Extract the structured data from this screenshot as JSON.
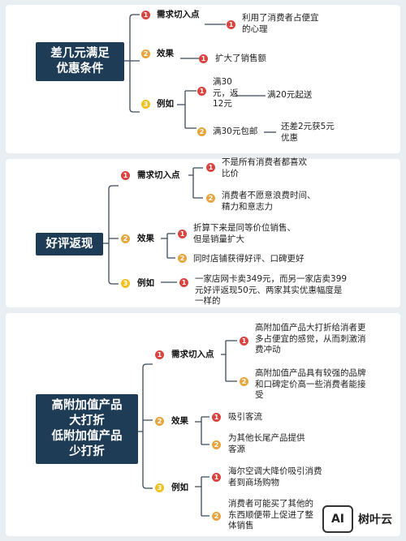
{
  "sections": [
    {
      "title_lines": [
        "差几元满足",
        "优惠条件"
      ],
      "nodes": [
        {
          "num": "1",
          "label": "需求切入点",
          "children": [
            "利用了消费者占便宜的心理"
          ]
        },
        {
          "num": "2",
          "label": "效果",
          "children": [
            "扩大了销售额"
          ]
        },
        {
          "num": "3",
          "label": "例如",
          "children": [
            "满30元，返12元",
            "满30元包邮"
          ],
          "extras": [
            "满20元起送",
            "还差2元获5元优惠"
          ]
        }
      ]
    },
    {
      "title_lines": [
        "好评返现"
      ],
      "nodes": [
        {
          "num": "1",
          "label": "需求切入点",
          "children": [
            "不是所有消费者都喜欢比价",
            "消费者不愿意浪费时间、精力和意志力"
          ]
        },
        {
          "num": "2",
          "label": "效果",
          "children": [
            "折算下来是同等价位销售、但是销量扩大",
            "同时店铺获得好评、口碑更好"
          ]
        },
        {
          "num": "3",
          "label": "例如",
          "children": [
            "一家店网卡卖349元，而另一家店卖399元好评返现50元、两家其实优惠幅度是一样的"
          ]
        }
      ]
    },
    {
      "title_lines": [
        "高附加值产品",
        "大打折",
        "低附加值产品",
        "少打折"
      ],
      "nodes": [
        {
          "num": "1",
          "label": "需求切入点",
          "children": [
            "高附加值产品大打折给消者更多占便宜的感觉，从而刺激消费冲动",
            "高附加值产品具有较强的品牌和口碑定价高一些消费者能接受"
          ]
        },
        {
          "num": "2",
          "label": "效果",
          "children": [
            "吸引客流",
            "为其他长尾产品提供客源"
          ]
        },
        {
          "num": "3",
          "label": "例如",
          "children": [
            "海尔空调大降价吸引消费者到商场购物",
            "消费者可能买了其他的东西顺便带上促进了整体销售"
          ]
        }
      ]
    }
  ],
  "watermark": {
    "logo": "AI",
    "name": "树叶云"
  }
}
